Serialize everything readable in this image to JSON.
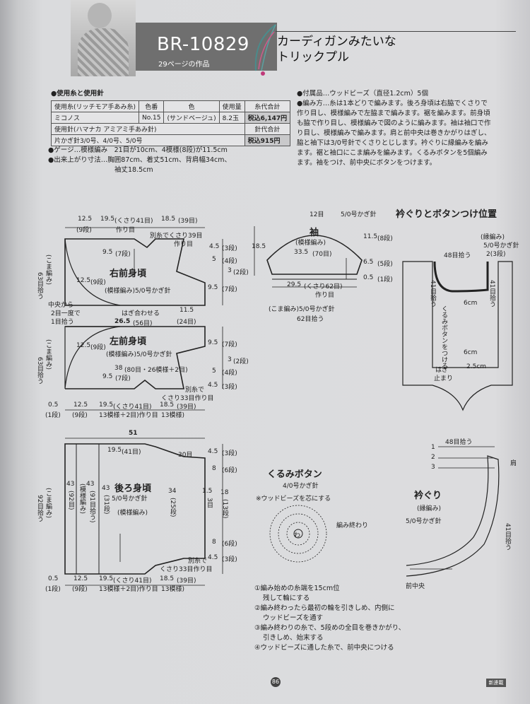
{
  "header": {
    "code": "BR-10829",
    "sub": "29ページの作品",
    "title_line1": "カーディガンみたいな",
    "title_line2": "トリックプル"
  },
  "materials": {
    "title": "●使用糸と使用針",
    "col_yarn": "使用糸(リッチモア手あみ糸)",
    "col_color_no": "色番",
    "col_color": "色",
    "col_amount": "使用量",
    "col_total": "糸代合計",
    "yarn": "ミコノス",
    "color_no": "No.15",
    "color": "(サンドベージュ)",
    "amount": "8.2玉",
    "total": "税込6,147円",
    "needle_label": "使用針(ハマナカ アミアミ手あみ針)",
    "needle_total_label": "針代合計",
    "needle": "片かぎ針3/0号、4/0号、5/0号",
    "needle_total": "税込915円"
  },
  "gauge": "●ゲージ…模様編み　21目が10cm、4模様(8段)が11.5cm",
  "size1": "●出来上がり寸法…胸囲87cm、着丈51cm、背肩幅34cm、",
  "size2": "袖丈18.5cm",
  "instructions": [
    "●付属品…ウッドビーズ（直径1.2cm）5個",
    "●編み方…糸は1本どりで編みます。後ろ身頃は右脇でくさりで",
    "作り目し、模様編みで左脇まで編みます。裾を編みます。前身頃",
    "も脇で作り目し、模様編みで図のように編みます。袖は袖口で作",
    "り目し、模様編みで編みます。肩と前中央は巻きかがりはぎし、",
    "脇と袖下は3/0号針でくさりとじします。衿ぐりに縁編みを編み",
    "ます。裾と袖口にこま編みを編みます。くるみボタンを5個編み",
    "ます。袖をつけ、前中央にボタンをつけます。"
  ],
  "right_front": {
    "title": "右前身頃",
    "pattern": "(模様編み)5/0号かぎ針",
    "d1": "12.5",
    "d1r": "(9段)",
    "d2": "19.5",
    "d2a": "(くさり41目)",
    "d2b": "作り目",
    "d3": "18.5",
    "d3r": "(39目)",
    "d3a": "別糸でくさり39目",
    "d3b": "作り目",
    "i1": "9.5",
    "i1r": "(7段)",
    "i2": "12.5",
    "i2r": "(9段)",
    "r1": "4.5",
    "r1r": "(3段)",
    "r2": "5",
    "r2r": "(4段)",
    "r3": "3",
    "r3r": "(2段)",
    "r4": "9.5",
    "r4r": "(7段)",
    "side_lbl": "(こま編み)",
    "side_count": "63目拾う",
    "center_note1": "中央から",
    "center_note2": "2目一度で",
    "center_note3": "1目拾う",
    "seam": "はぎ合わせる",
    "seam_w": "26.5",
    "seam_wr": "(56目)",
    "seam_w2": "11.5",
    "seam_w2r": "(24目)"
  },
  "left_front": {
    "title": "左前身頃",
    "pattern": "(模様編み)5/0号かぎ針",
    "i1": "12.5",
    "i1r": "(9段)",
    "i2": "9.5",
    "i2r": "(7段)",
    "mid": "38",
    "midr": "(80目・26模様＋2目)",
    "r1": "9.5",
    "r1r": "(7段)",
    "r2": "3",
    "r2r": "(2段)",
    "r3": "5",
    "r3r": "(4段)",
    "r4": "4.5",
    "r4r": "(3段)",
    "note1": "別糸で",
    "note2": "くさり33目作り目",
    "b1": "0.5",
    "b1r": "(1段)",
    "b2": "12.5",
    "b2r": "(9段)",
    "b3": "19.5",
    "b3a": "(くさり41目)",
    "b3b": "13模様＋2目)作り目",
    "b4": "18.5",
    "b4r": "(39目)",
    "b4b": "13模様)",
    "side_lbl": "(こま編み)",
    "side_count": "63目拾う"
  },
  "back": {
    "title": "後ろ身頃",
    "needle": "5/0号かぎ針",
    "pattern": "(模様編み)",
    "width": "51",
    "d1": "19.5",
    "d1r": "(41目)",
    "d2": "30目",
    "h1": "43",
    "h1r": "(92目)",
    "h2": "43",
    "h2r": "(91目拾う)",
    "h3": "43",
    "h3r": "(31段)",
    "h2p": "(模様編み)",
    "h4": "34",
    "h4r": "(25段)",
    "h5": "1.5",
    "h5r": "3目",
    "r1": "4.5",
    "r1r": "(3段)",
    "r2": "8",
    "r2r": "(6段)",
    "r3": "18",
    "r3r": "(13段)",
    "r4": "8",
    "r4r": "(6段)",
    "r5": "4.5",
    "r5r": "(3段)",
    "note1": "別糸で",
    "note2": "くさり33目作り目",
    "b1": "0.5",
    "b1r": "(1段)",
    "b2": "12.5",
    "b2r": "(9段)",
    "b3": "19.5",
    "b3a": "(くさり41目)",
    "b3b": "13模様＋2目)作り目",
    "b4": "18.5",
    "b4r": "(39目)",
    "b4b": "13模様)",
    "side_lbl": "(こま編み)",
    "side_count": "92目拾う"
  },
  "sleeve": {
    "title": "袖",
    "pattern": "(模様編み)",
    "top": "12目",
    "needle": "5/0号かぎ針",
    "h": "18.5",
    "r1": "11.5",
    "r1r": "(8段)",
    "r2": "6.5",
    "r2r": "(5段)",
    "r3": "0.5",
    "r3r": "(1段)",
    "w": "33.5",
    "wr": "(70目)",
    "b": "29.5",
    "ba": "(くさり62目)",
    "bb": "作り目",
    "edge": "(こま編み)5/0号かぎ針",
    "edge_count": "62目拾う"
  },
  "neck_layout": {
    "title": "衿ぐりとボタンつけ位置",
    "edge_lbl": "(縁編み)",
    "edge_needle": "5/0号かぎ針",
    "edge_rows": "2(3段)",
    "top": "48目拾う",
    "left": "41目拾う",
    "right": "41目拾う",
    "cm6a": "6cm",
    "btn1": "くるみボタンをつける",
    "cm6b": "6cm",
    "cm25": "2.5cm",
    "end1": "はぎ",
    "end2": "止まり"
  },
  "button": {
    "title": "くるみボタン",
    "needle": "4/0号かぎ針",
    "note": "※ウッドビーズを芯にする",
    "end": "編み終わり",
    "start": "わ",
    "steps": [
      "①編み始めの糸端を15cm位",
      "残して輪にする",
      "②編み終わったら最初の輪を引きしめ、内側に",
      "ウッドビーズを通す",
      "③編み終わりの糸で、5段めの全目を巻きかがり、",
      "引きしめ、始末する",
      "④ウッドビーズに通した糸で、前中央につける"
    ]
  },
  "collar": {
    "title": "衿ぐり",
    "pattern": "(縁編み)",
    "needle": "5/0号かぎ針",
    "top": "48目拾う",
    "side": "41目拾う",
    "center": "前中央",
    "shoulder": "肩",
    "rows": [
      "1",
      "2",
      "3"
    ]
  },
  "page_no": "86",
  "stamp": "新連載"
}
